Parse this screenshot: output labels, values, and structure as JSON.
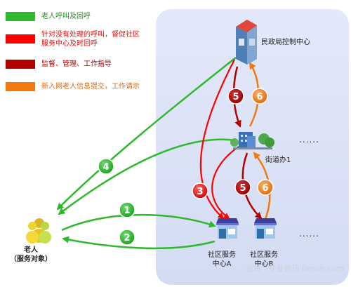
{
  "legend": [
    {
      "label": "老人呼叫及回呼",
      "color": "#2db82d",
      "text_color": "#2a8a2a"
    },
    {
      "label": "针对没有处理的呼叫，督促社区\n服务中心及时回呼",
      "color": "#ff0000",
      "text_color": "#e01010"
    },
    {
      "label": "监督、管理、工作指导",
      "color": "#b30000",
      "text_color": "#b00000"
    },
    {
      "label": "新入网老人信息提交，工作请示",
      "color": "#f07a10",
      "text_color": "#e06a10"
    }
  ],
  "nodes": {
    "ministry": "民政局控制中心",
    "street_office": "街道办1",
    "center_a": "社区服务\n中心A",
    "center_b": "社区服务\n中心B",
    "elder": "老人\n（服务对象）"
  },
  "ellipsis": "......",
  "step_labels": [
    "1",
    "2",
    "3",
    "4",
    "5",
    "6"
  ],
  "watermark": "论坛 · 专业资讯 forum.com",
  "colors": {
    "green": "#2db82d",
    "red": "#ff0000",
    "darkred": "#b30000",
    "orange": "#f07a10",
    "panel": "#dde4f7"
  },
  "icons": [
    "building-icon",
    "office-icon",
    "shop-icon",
    "people-icon"
  ]
}
